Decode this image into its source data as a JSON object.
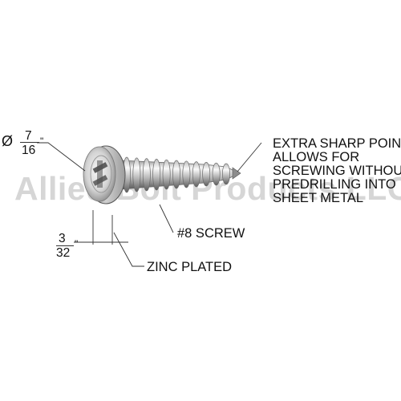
{
  "watermark": "Allied Bolt Products LLC",
  "diameter": {
    "symbol": "Ø",
    "numerator": "7",
    "denominator": "16",
    "unit": "\""
  },
  "thickness": {
    "numerator": "3",
    "denominator": "32",
    "unit": "\""
  },
  "labels": {
    "point": [
      "EXTRA SHARP POINT",
      "ALLOWS FOR",
      "SCREWING WITHOUT",
      "PREDRILLING INTO",
      "SHEET METAL"
    ],
    "size": "#8 SCREW",
    "finish": "ZINC PLATED"
  },
  "colors": {
    "text": "#111111",
    "line": "#333333",
    "metal_light": "#f4f4f4",
    "metal_dark": "#6e6e6e",
    "watermark": "#b5b5b5"
  }
}
